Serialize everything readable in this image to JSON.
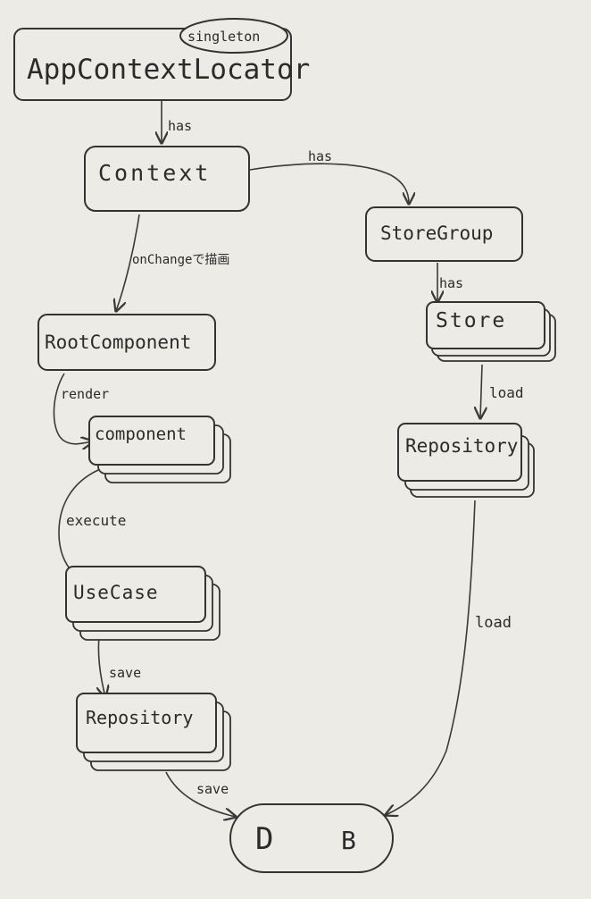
{
  "nodes": {
    "app_context_locator": "AppContextLocator",
    "singleton": "singleton",
    "context": "Context",
    "store_group": "StoreGroup",
    "store": "Store",
    "repository_load": "Repository",
    "root_component": "RootComponent",
    "component": "component",
    "use_case": "UseCase",
    "repository_save": "Repository",
    "db_d": "D",
    "db_b": "B"
  },
  "edges": {
    "locator_context": "has",
    "context_storegroup": "has",
    "context_root": "onChangeで描画",
    "storegroup_store": "has",
    "store_repository": "load",
    "root_component": "render",
    "component_usecase": "execute",
    "usecase_repository": "save",
    "repository_db_save": "save",
    "repository_db_load": "load"
  },
  "colors": {
    "paper": "#ecebe6",
    "ink": "#333333"
  }
}
